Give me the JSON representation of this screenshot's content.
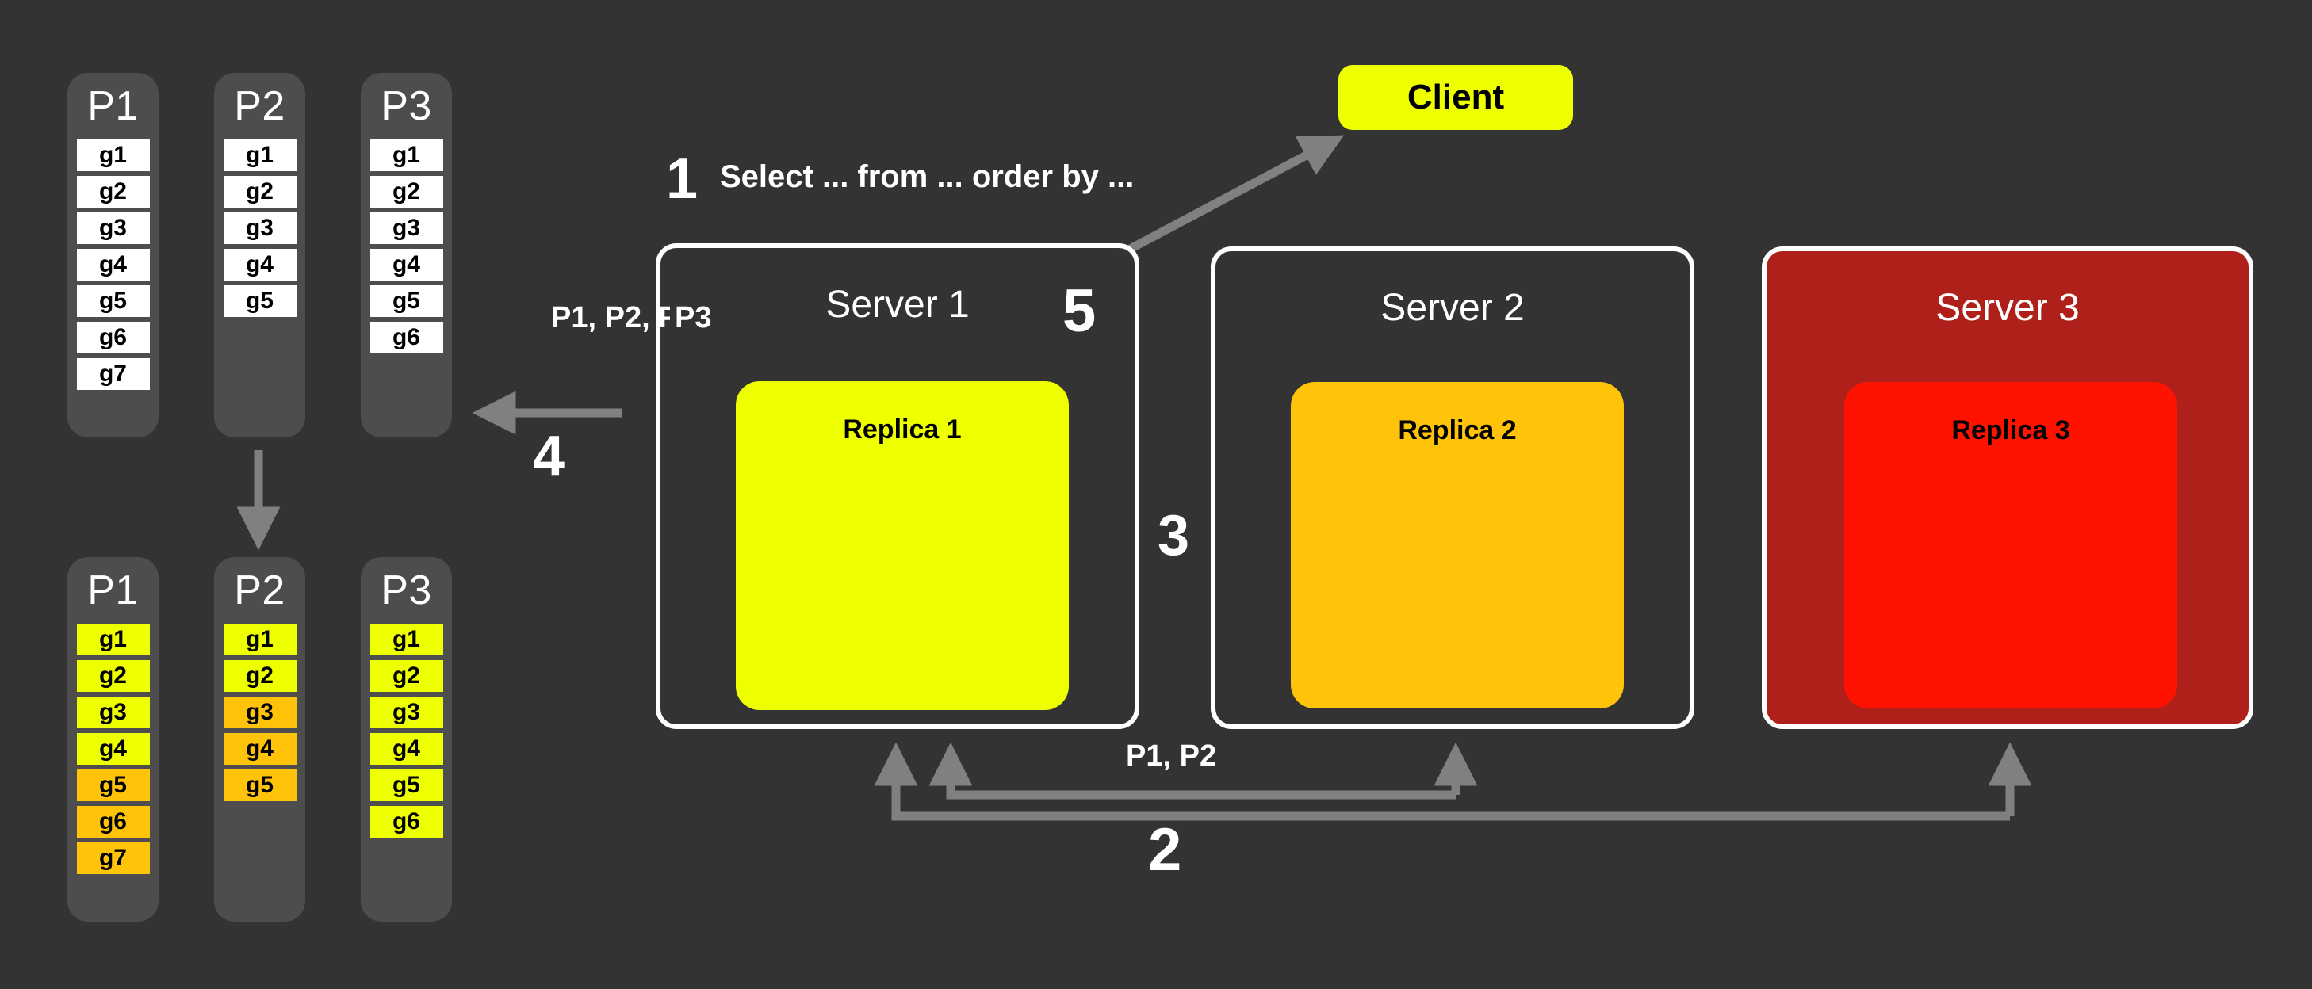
{
  "colors": {
    "background": "#333333",
    "partition_bg": "#4d4d4d",
    "cell_white": "#ffffff",
    "cell_yellow": "#eeff00",
    "cell_orange": "#ffc40a",
    "replica1": "#eeff00",
    "replica2": "#ffc40a",
    "replica3": "#ff1200",
    "server3_bg": "#ae2019",
    "server_border": "#ffffff",
    "arrow": "#808080",
    "text_light": "#ffffff",
    "text_dark": "#000000"
  },
  "partitions_top": [
    {
      "label": "P1",
      "cells": [
        {
          "id": "g1",
          "color": "#ffffff"
        },
        {
          "id": "g2",
          "color": "#ffffff"
        },
        {
          "id": "g3",
          "color": "#ffffff"
        },
        {
          "id": "g4",
          "color": "#ffffff"
        },
        {
          "id": "g5",
          "color": "#ffffff"
        },
        {
          "id": "g6",
          "color": "#ffffff"
        },
        {
          "id": "g7",
          "color": "#ffffff"
        }
      ]
    },
    {
      "label": "P2",
      "cells": [
        {
          "id": "g1",
          "color": "#ffffff"
        },
        {
          "id": "g2",
          "color": "#ffffff"
        },
        {
          "id": "g3",
          "color": "#ffffff"
        },
        {
          "id": "g4",
          "color": "#ffffff"
        },
        {
          "id": "g5",
          "color": "#ffffff"
        }
      ]
    },
    {
      "label": "P3",
      "cells": [
        {
          "id": "g1",
          "color": "#ffffff"
        },
        {
          "id": "g2",
          "color": "#ffffff"
        },
        {
          "id": "g3",
          "color": "#ffffff"
        },
        {
          "id": "g4",
          "color": "#ffffff"
        },
        {
          "id": "g5",
          "color": "#ffffff"
        },
        {
          "id": "g6",
          "color": "#ffffff"
        }
      ]
    }
  ],
  "partitions_bottom": [
    {
      "label": "P1",
      "cells": [
        {
          "id": "g1",
          "color": "#eeff00"
        },
        {
          "id": "g2",
          "color": "#eeff00"
        },
        {
          "id": "g3",
          "color": "#eeff00"
        },
        {
          "id": "g4",
          "color": "#eeff00"
        },
        {
          "id": "g5",
          "color": "#ffc40a"
        },
        {
          "id": "g6",
          "color": "#ffc40a"
        },
        {
          "id": "g7",
          "color": "#ffc40a"
        }
      ]
    },
    {
      "label": "P2",
      "cells": [
        {
          "id": "g1",
          "color": "#eeff00"
        },
        {
          "id": "g2",
          "color": "#eeff00"
        },
        {
          "id": "g3",
          "color": "#ffc40a"
        },
        {
          "id": "g4",
          "color": "#ffc40a"
        },
        {
          "id": "g5",
          "color": "#ffc40a"
        }
      ]
    },
    {
      "label": "P3",
      "cells": [
        {
          "id": "g1",
          "color": "#eeff00"
        },
        {
          "id": "g2",
          "color": "#eeff00"
        },
        {
          "id": "g3",
          "color": "#eeff00"
        },
        {
          "id": "g4",
          "color": "#eeff00"
        },
        {
          "id": "g5",
          "color": "#eeff00"
        },
        {
          "id": "g6",
          "color": "#eeff00"
        }
      ]
    }
  ],
  "client": {
    "label": "Client"
  },
  "servers": [
    {
      "title": "Server 1",
      "replica": "Replica 1"
    },
    {
      "title": "Server 2",
      "replica": "Replica 2"
    },
    {
      "title": "Server 3",
      "replica": "Replica 3"
    }
  ],
  "steps": {
    "one": "1",
    "two": "2",
    "three": "3",
    "four": "4",
    "five": "5"
  },
  "annotations": {
    "query": "Select ... from ... order by ...",
    "p1p2p3": "P1, P2, P3",
    "p1p2": "P1, P2"
  }
}
